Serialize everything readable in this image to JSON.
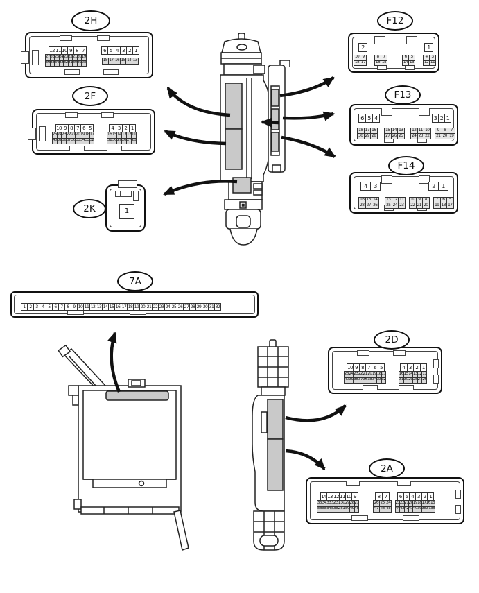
{
  "palette": {
    "line": "#1a1a1a",
    "connector_fill": "#c9c9c9",
    "pin_shaded": "#d9d9d9",
    "background": "#ffffff"
  },
  "components": {
    "top_center": "junction-block-side-view",
    "top_center_right": "bracket-panel-side-view",
    "bottom_left": "ecu-box-side-view",
    "bottom_center": "relay-block-side-view"
  },
  "connectors": {
    "2H": {
      "label": "2H",
      "groups": [
        {
          "rows": [
            [
              "12",
              "11",
              "10",
              "9",
              "8",
              "7"
            ],
            [
              "27",
              "26",
              "25",
              "24",
              "23",
              "22",
              "21",
              "20",
              "19"
            ],
            [
              "36",
              "35",
              "34",
              "33",
              "32",
              "31",
              "30",
              "29",
              "28"
            ]
          ]
        },
        {
          "rows": [
            [
              "6",
              "5",
              "4",
              "3",
              "2",
              "1"
            ],
            [
              "18",
              "17",
              "16",
              "15",
              "14",
              "13"
            ]
          ]
        }
      ]
    },
    "2F": {
      "label": "2F",
      "groups": [
        {
          "rows": [
            [
              "10",
              "9",
              "8",
              "7",
              "6",
              "5"
            ],
            [
              "25",
              "24",
              "23",
              "22",
              "21",
              "20",
              "19",
              "18",
              "17"
            ],
            [
              "40",
              "39",
              "38",
              "37",
              "36",
              "35",
              "34",
              "33",
              "32"
            ]
          ]
        },
        {
          "rows": [
            [
              "4",
              "3",
              "2",
              "1"
            ],
            [
              "16",
              "15",
              "14",
              "13",
              "12",
              "11"
            ],
            [
              "31",
              "30",
              "29",
              "28",
              "27",
              "26"
            ]
          ]
        }
      ]
    },
    "2K": {
      "label": "2K",
      "groups": [
        {
          "rows": [
            [
              "1"
            ]
          ]
        }
      ]
    },
    "F12": {
      "label": "F12",
      "groups": [
        {
          "rows": [
            [
              "2"
            ]
          ]
        },
        {
          "rows": [
            [
              "10",
              "9"
            ],
            [
              "18",
              "17"
            ]
          ]
        },
        {
          "rows": [
            [
              "8",
              "7"
            ],
            [
              "16",
              "15"
            ]
          ]
        },
        {
          "rows": [
            [
              "6",
              "5"
            ],
            [
              "14",
              "13"
            ]
          ]
        },
        {
          "rows": [
            [
              "4",
              "3"
            ],
            [
              "12",
              "11"
            ]
          ]
        },
        {
          "rows": [
            [
              "1"
            ]
          ]
        }
      ]
    },
    "F13": {
      "label": "F13",
      "groups": [
        {
          "rows": [
            [
              "6",
              "5",
              "4"
            ]
          ]
        },
        {
          "rows": [
            [
              "3",
              "2",
              "1"
            ]
          ]
        },
        {
          "rows": [
            [
              "18",
              "17",
              "16"
            ],
            [
              "30",
              "29",
              "28"
            ]
          ]
        },
        {
          "rows": [
            [
              "15",
              "14",
              "13"
            ],
            [
              "27",
              "26",
              "25"
            ]
          ]
        },
        {
          "rows": [
            [
              "12",
              "11",
              "10"
            ],
            [
              "24",
              "23",
              "22"
            ]
          ]
        },
        {
          "rows": [
            [
              "9",
              "8",
              "7"
            ],
            [
              "21",
              "20",
              "19"
            ]
          ]
        }
      ]
    },
    "F14": {
      "label": "F14",
      "groups": [
        {
          "rows": [
            [
              "4",
              "3"
            ]
          ]
        },
        {
          "rows": [
            [
              "2",
              "1"
            ]
          ]
        },
        {
          "rows": [
            [
              "16",
              "15",
              "14"
            ],
            [
              "28",
              "27",
              "26"
            ]
          ]
        },
        {
          "rows": [
            [
              "13",
              "12",
              "11"
            ],
            [
              "25",
              "24",
              "23"
            ]
          ]
        },
        {
          "rows": [
            [
              "10",
              "9",
              "8"
            ],
            [
              "22",
              "21",
              "20"
            ]
          ]
        },
        {
          "rows": [
            [
              "7",
              "6",
              "5"
            ],
            [
              "19",
              "18",
              "17"
            ]
          ]
        }
      ]
    },
    "7A": {
      "label": "7A",
      "groups": [
        {
          "rows": [
            [
              "1",
              "2",
              "3",
              "4",
              "5",
              "6",
              "7",
              "8",
              "9",
              "10",
              "11",
              "12",
              "13",
              "14",
              "15",
              "16",
              "17",
              "18",
              "19",
              "20",
              "21",
              "22",
              "23",
              "24",
              "25",
              "26",
              "27",
              "28",
              "29",
              "30",
              "31",
              "32"
            ]
          ]
        }
      ]
    },
    "2D": {
      "label": "2D",
      "groups": [
        {
          "rows": [
            [
              "10",
              "9",
              "8",
              "7",
              "6",
              "5"
            ],
            [
              "25",
              "24",
              "23",
              "22",
              "21",
              "20",
              "19",
              "18",
              "17"
            ],
            [
              "40",
              "39",
              "38",
              "37",
              "36",
              "35",
              "34",
              "33",
              "32"
            ]
          ]
        },
        {
          "rows": [
            [
              "4",
              "3",
              "2",
              "1"
            ],
            [
              "16",
              "15",
              "14",
              "13",
              "12",
              "11"
            ],
            [
              "31",
              "30",
              "29",
              "28",
              "27",
              "26"
            ]
          ]
        }
      ]
    },
    "2A": {
      "label": "2A",
      "groups": [
        {
          "rows": [
            [
              "14",
              "13",
              "12",
              "11",
              "10",
              "9"
            ],
            [
              "35",
              "34",
              "33",
              "32",
              "31",
              "30",
              "29",
              "28",
              "27"
            ],
            [
              "56",
              "55",
              "54",
              "53",
              "52",
              "51",
              "50",
              "49",
              "48"
            ]
          ]
        },
        {
          "rows": [
            [
              "8",
              "7"
            ],
            [
              "26",
              "25",
              "24"
            ],
            [
              "47",
              "46",
              "45"
            ]
          ]
        },
        {
          "rows": [
            [
              "6",
              "5",
              "4",
              "3",
              "2",
              "1"
            ],
            [
              "23",
              "22",
              "21",
              "20",
              "19",
              "18",
              "17",
              "16",
              "15"
            ],
            [
              "44",
              "43",
              "42",
              "41",
              "40",
              "39",
              "38",
              "37",
              "36"
            ]
          ]
        }
      ]
    }
  }
}
